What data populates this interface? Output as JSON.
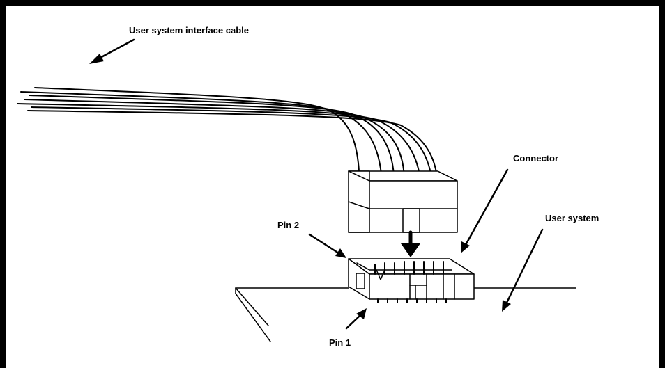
{
  "labels": {
    "cable": "User system interface cable",
    "connector": "Connector",
    "pin2": "Pin 2",
    "user_system": "User system",
    "pin1": "Pin 1"
  },
  "colors": {
    "ink": "#000000",
    "paper": "#ffffff"
  }
}
